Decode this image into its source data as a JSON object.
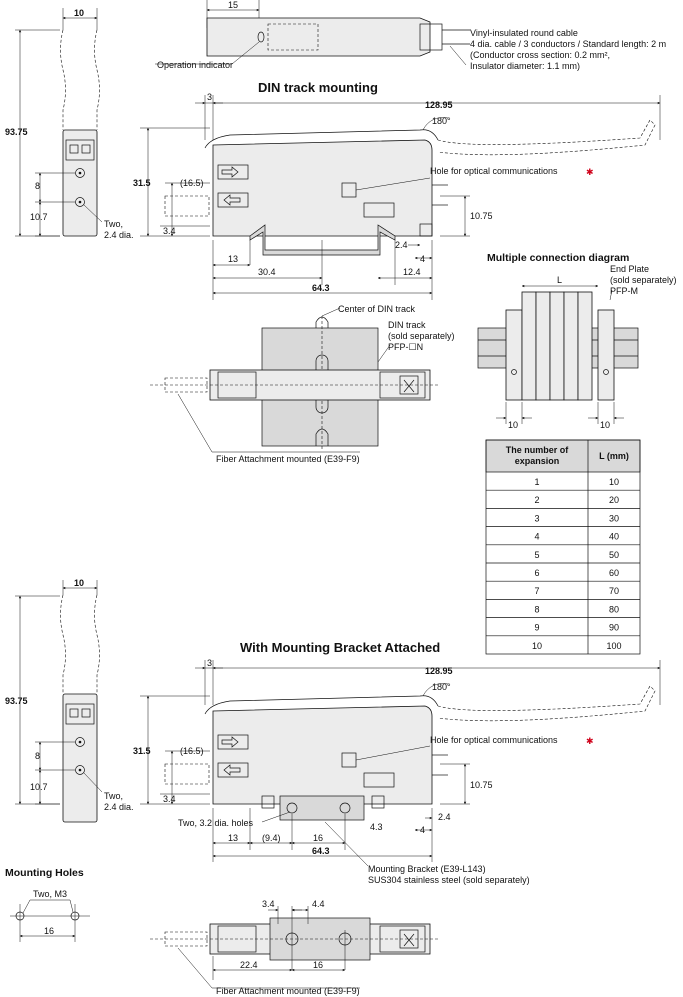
{
  "headings": {
    "din_track": "DIN track mounting",
    "bracket": "With Mounting Bracket Attached",
    "multiple_connection": "Multiple connection diagram",
    "mounting_holes": "Mounting Holes"
  },
  "labels": {
    "operation_indicator": "Operation indicator",
    "cable_line1": "Vinyl-insulated round cable",
    "cable_line2": "4 dia. cable / 3 conductors / Standard length: 2 m",
    "cable_line3": "(Conductor cross section: 0.2 mm²,",
    "cable_line4": "Insulator diameter: 1.1 mm)",
    "hole_optical": "Hole for optical communications",
    "asterisk": "✱",
    "two_24": "Two,",
    "dia_24": "2.4 dia.",
    "center_din": "Center of DIN track",
    "din_sold1": "DIN track",
    "din_sold2": "(sold separately)",
    "din_sold3": "PFP-☐N",
    "fiber_attach": "Fiber Attachment mounted (E39-F9)",
    "end_plate1": "End Plate",
    "end_plate2": "(sold separately)",
    "end_plate3": "PFP-M",
    "two_32": "Two, 3.2 dia.  holes",
    "bracket1": "Mounting Bracket (E39-L143)",
    "bracket2": "SUS304 stainless steel (sold separately)",
    "two_m3": "Two, M3",
    "L": "L",
    "angle": "180°"
  },
  "dims": {
    "d10": "10",
    "d15": "15",
    "d93_75": "93.75",
    "d8": "8",
    "d10_7": "10.7",
    "d3": "3",
    "d128_95": "128.95",
    "d31_5": "31.5",
    "d16_5": "(16.5)",
    "d3_4": "3.4",
    "d10_75": "10.75",
    "d2_4": "2.4",
    "d4": "4",
    "d13": "13",
    "d30_4": "30.4",
    "d12_4": "12.4",
    "d64_3": "64.3",
    "d9_4": "(9.4)",
    "d16": "16",
    "d4_3": "4.3",
    "d4_4": "4.4",
    "d22_4": "22.4"
  },
  "table": {
    "headers": [
      "The number of expansion",
      "L (mm)"
    ],
    "header_lines": [
      "The number of",
      "expansion"
    ],
    "rows": [
      [
        "1",
        "10"
      ],
      [
        "2",
        "20"
      ],
      [
        "3",
        "30"
      ],
      [
        "4",
        "40"
      ],
      [
        "5",
        "50"
      ],
      [
        "6",
        "60"
      ],
      [
        "7",
        "70"
      ],
      [
        "8",
        "80"
      ],
      [
        "9",
        "90"
      ],
      [
        "10",
        "100"
      ]
    ]
  }
}
